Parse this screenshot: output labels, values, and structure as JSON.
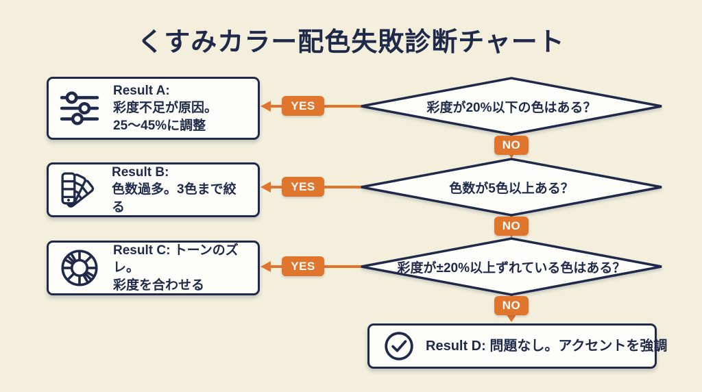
{
  "title": "くすみカラー配色失敗診断チャート",
  "colors": {
    "background": "#F3EFDC",
    "navy": "#1F2A4B",
    "orange": "#E0752E",
    "box_fill": "#FDFDF9",
    "badge_text": "#FFFFFF"
  },
  "decisions": [
    {
      "question": "彩度が20%以下の色はある？",
      "yes_label": "YES",
      "no_label": "NO"
    },
    {
      "question": "色数が5色以上ある？",
      "yes_label": "YES",
      "no_label": "NO"
    },
    {
      "question": "彩度が±20%以上ずれている色はある？",
      "yes_label": "YES",
      "no_label": "NO"
    }
  ],
  "results": [
    {
      "id": "A",
      "icon": "sliders-icon",
      "lines": [
        "Result A:",
        "彩度不足が原因。",
        "25〜45%に調整"
      ]
    },
    {
      "id": "B",
      "icon": "swatch-fan-icon",
      "lines": [
        "Result B:",
        "色数過多。3色まで絞る"
      ]
    },
    {
      "id": "C",
      "icon": "color-wheel-icon",
      "lines": [
        "Result C: トーンのズレ。",
        "彩度を合わせる"
      ]
    },
    {
      "id": "D",
      "icon": "check-circle-icon",
      "lines": [
        "Result D: 問題なし。アクセントを強調"
      ]
    }
  ]
}
